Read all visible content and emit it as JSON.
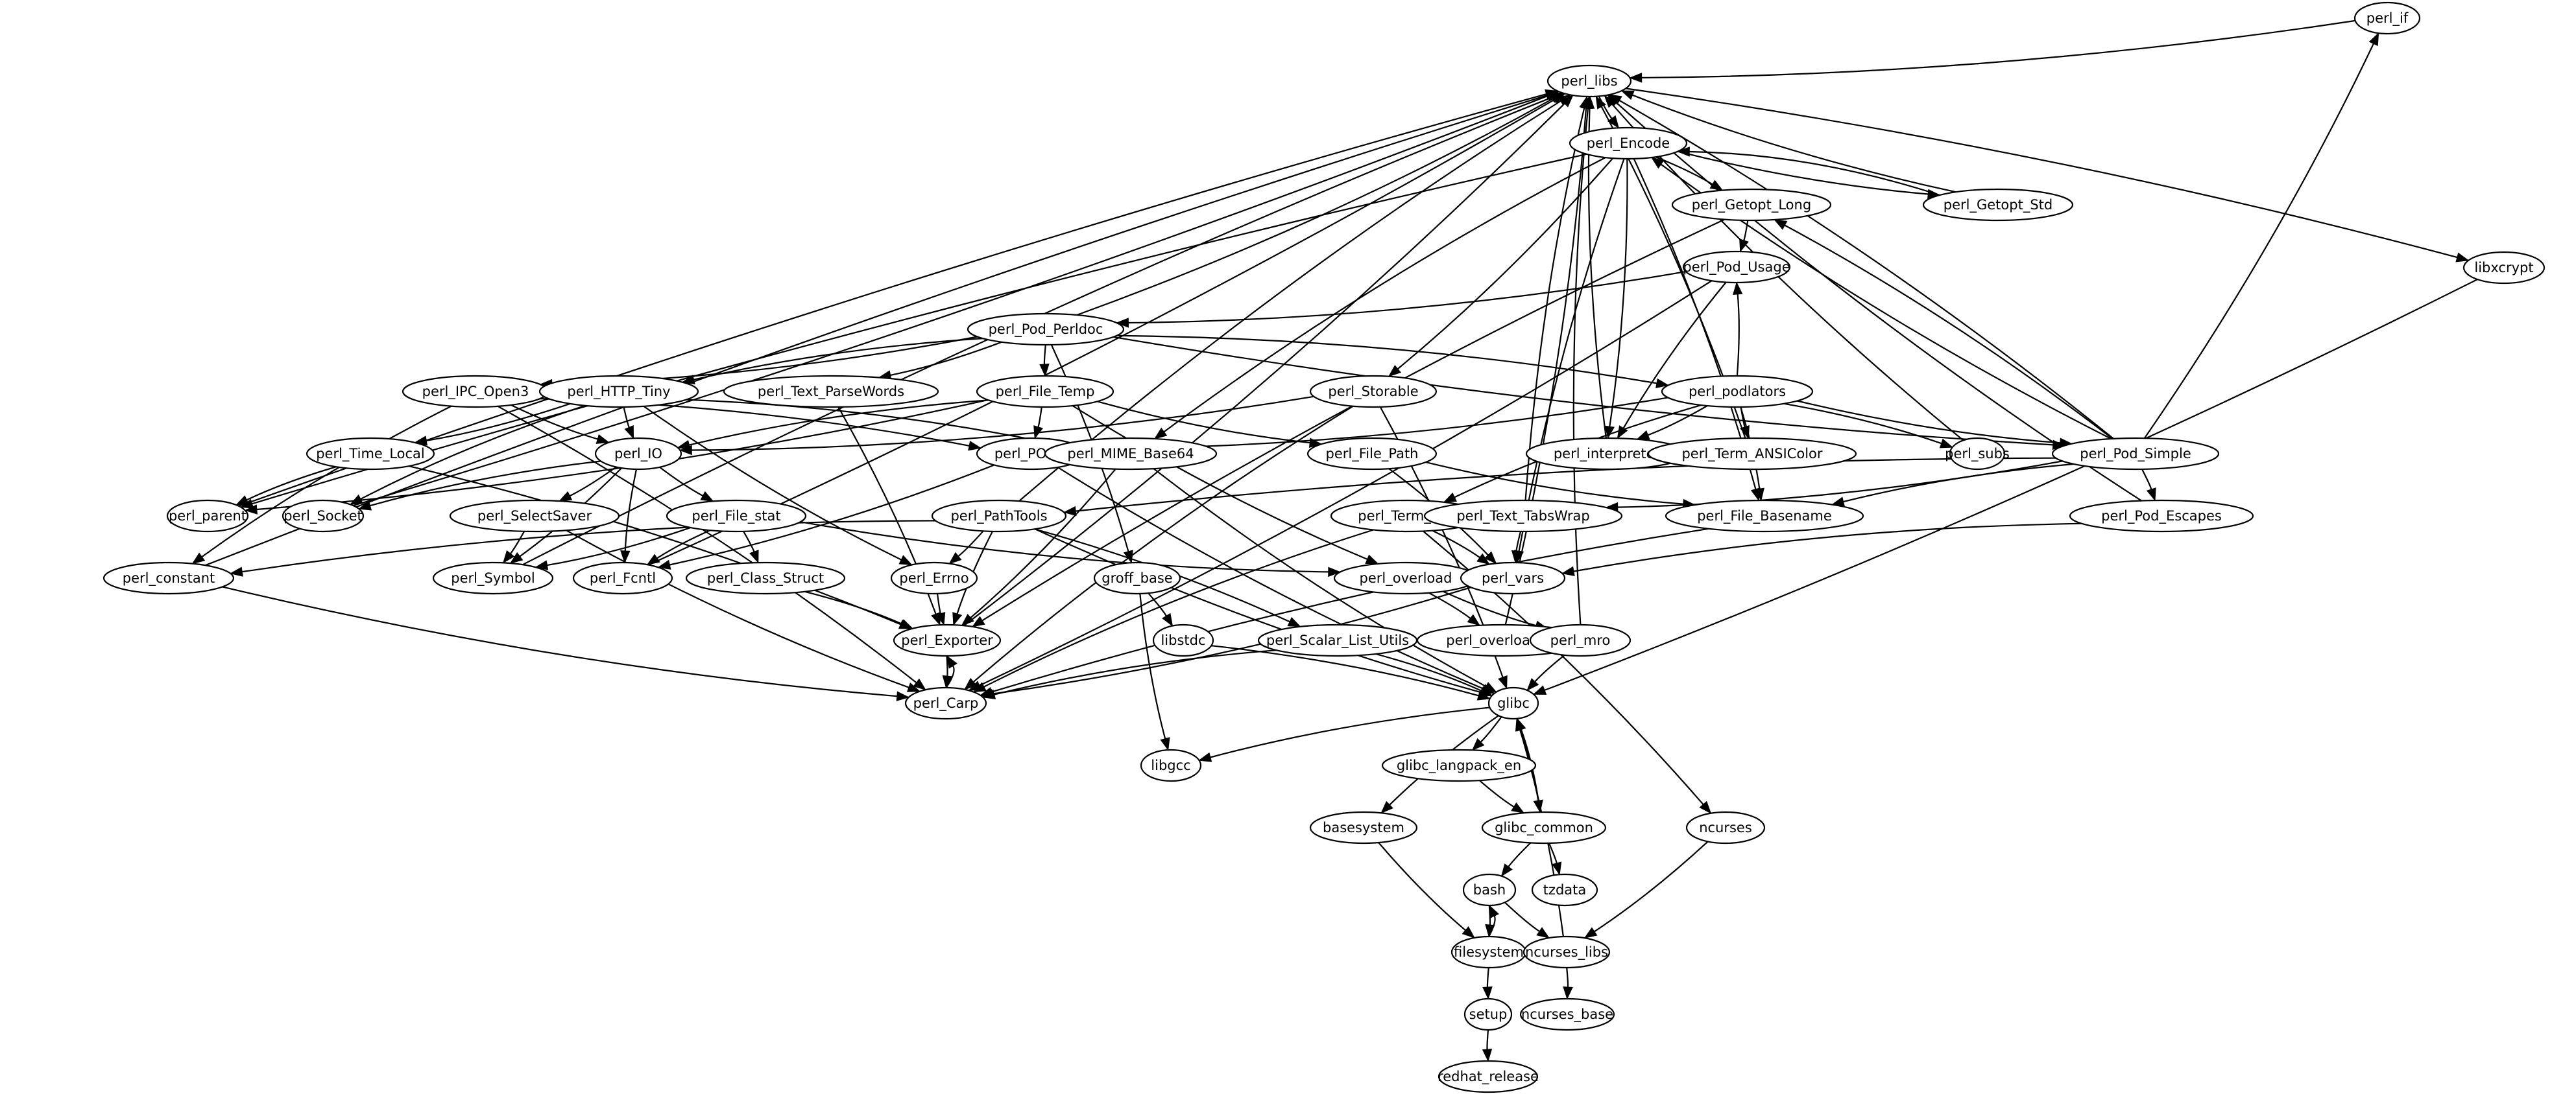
{
  "diagram": {
    "type": "directed-dependency-graph",
    "colors": {
      "stroke": "#000000",
      "fill": "#ffffff",
      "text": "#000000"
    },
    "nodes": [
      {
        "id": "perl_if",
        "label": "perl_if"
      },
      {
        "id": "perl_libs",
        "label": "perl_libs"
      },
      {
        "id": "perl_Encode",
        "label": "perl_Encode"
      },
      {
        "id": "perl_Getopt_Long",
        "label": "perl_Getopt_Long"
      },
      {
        "id": "perl_Getopt_Std",
        "label": "perl_Getopt_Std"
      },
      {
        "id": "libxcrypt",
        "label": "libxcrypt"
      },
      {
        "id": "perl_Pod_Usage",
        "label": "perl_Pod_Usage"
      },
      {
        "id": "perl_Pod_Perldoc",
        "label": "perl_Pod_Perldoc"
      },
      {
        "id": "perl_IPC_Open3",
        "label": "perl_IPC_Open3"
      },
      {
        "id": "perl_HTTP_Tiny",
        "label": "perl_HTTP_Tiny"
      },
      {
        "id": "perl_Text_ParseWords",
        "label": "perl_Text_ParseWords"
      },
      {
        "id": "perl_File_Temp",
        "label": "perl_File_Temp"
      },
      {
        "id": "perl_Storable",
        "label": "perl_Storable"
      },
      {
        "id": "perl_podlators",
        "label": "perl_podlators"
      },
      {
        "id": "perl_Time_Local",
        "label": "perl_Time_Local"
      },
      {
        "id": "perl_IO",
        "label": "perl_IO"
      },
      {
        "id": "perl_POSIX",
        "label": "perl_POSIX"
      },
      {
        "id": "perl_MIME_Base64",
        "label": "perl_MIME_Base64"
      },
      {
        "id": "perl_File_Path",
        "label": "perl_File_Path"
      },
      {
        "id": "perl_interpreter",
        "label": "perl_interpreter"
      },
      {
        "id": "perl_Term_ANSIColor",
        "label": "perl_Term_ANSIColor"
      },
      {
        "id": "perl_subs",
        "label": "perl_subs"
      },
      {
        "id": "perl_Pod_Simple",
        "label": "perl_Pod_Simple"
      },
      {
        "id": "perl_parent",
        "label": "perl_parent"
      },
      {
        "id": "perl_Socket",
        "label": "perl_Socket"
      },
      {
        "id": "perl_SelectSaver",
        "label": "perl_SelectSaver"
      },
      {
        "id": "perl_File_stat",
        "label": "perl_File_stat"
      },
      {
        "id": "perl_PathTools",
        "label": "perl_PathTools"
      },
      {
        "id": "perl_Term_Cap",
        "label": "perl_Term_Cap"
      },
      {
        "id": "perl_Text_TabsWrap",
        "label": "perl_Text_TabsWrap"
      },
      {
        "id": "perl_File_Basename",
        "label": "perl_File_Basename"
      },
      {
        "id": "perl_Pod_Escapes",
        "label": "perl_Pod_Escapes"
      },
      {
        "id": "perl_constant",
        "label": "perl_constant"
      },
      {
        "id": "perl_Symbol",
        "label": "perl_Symbol"
      },
      {
        "id": "perl_Fcntl",
        "label": "perl_Fcntl"
      },
      {
        "id": "perl_Class_Struct",
        "label": "perl_Class_Struct"
      },
      {
        "id": "perl_Errno",
        "label": "perl_Errno"
      },
      {
        "id": "groff_base",
        "label": "groff_base"
      },
      {
        "id": "perl_overload",
        "label": "perl_overload"
      },
      {
        "id": "perl_vars",
        "label": "perl_vars"
      },
      {
        "id": "perl_Exporter",
        "label": "perl_Exporter"
      },
      {
        "id": "libstdc",
        "label": "libstdc"
      },
      {
        "id": "perl_Scalar_List_Utils",
        "label": "perl_Scalar_List_Utils"
      },
      {
        "id": "perl_overloading",
        "label": "perl_overloading"
      },
      {
        "id": "perl_mro",
        "label": "perl_mro"
      },
      {
        "id": "perl_Carp",
        "label": "perl_Carp"
      },
      {
        "id": "glibc",
        "label": "glibc"
      },
      {
        "id": "libgcc",
        "label": "libgcc"
      },
      {
        "id": "glibc_langpack_en",
        "label": "glibc_langpack_en"
      },
      {
        "id": "basesystem",
        "label": "basesystem"
      },
      {
        "id": "glibc_common",
        "label": "glibc_common"
      },
      {
        "id": "ncurses",
        "label": "ncurses"
      },
      {
        "id": "bash",
        "label": "bash"
      },
      {
        "id": "tzdata",
        "label": "tzdata"
      },
      {
        "id": "filesystem",
        "label": "filesystem"
      },
      {
        "id": "ncurses_libs",
        "label": "ncurses_libs"
      },
      {
        "id": "setup",
        "label": "setup"
      },
      {
        "id": "ncurses_base",
        "label": "ncurses_base"
      },
      {
        "id": "redhat_release",
        "label": "redhat_release"
      }
    ],
    "edges": [
      [
        "perl_if",
        "perl_libs"
      ],
      [
        "perl_libs",
        "perl_Encode"
      ],
      [
        "perl_libs",
        "libxcrypt"
      ],
      [
        "perl_Pod_Simple",
        "perl_if"
      ],
      [
        "perl_Encode",
        "perl_Getopt_Long"
      ],
      [
        "perl_Encode",
        "perl_Getopt_Std"
      ],
      [
        "perl_Encode",
        "perl_Storable"
      ],
      [
        "perl_Encode",
        "perl_MIME_Base64"
      ],
      [
        "perl_Encode",
        "perl_interpreter"
      ],
      [
        "perl_Encode",
        "perl_parent"
      ],
      [
        "perl_Encode",
        "perl_File_Basename"
      ],
      [
        "perl_Encode",
        "perl_vars"
      ],
      [
        "perl_Getopt_Std",
        "perl_libs"
      ],
      [
        "perl_Getopt_Std",
        "perl_Encode"
      ],
      [
        "perl_Getopt_Long",
        "perl_Pod_Usage"
      ],
      [
        "perl_Getopt_Long",
        "perl_Exporter"
      ],
      [
        "perl_Pod_Usage",
        "perl_Pod_Perldoc"
      ],
      [
        "perl_Pod_Usage",
        "perl_interpreter"
      ],
      [
        "perl_Pod_Usage",
        "perl_Carp"
      ],
      [
        "perl_Pod_Perldoc",
        "perl_libs"
      ],
      [
        "perl_Pod_Perldoc",
        "perl_IPC_Open3"
      ],
      [
        "perl_Pod_Perldoc",
        "perl_HTTP_Tiny"
      ],
      [
        "perl_Pod_Perldoc",
        "perl_Text_ParseWords"
      ],
      [
        "perl_Pod_Perldoc",
        "perl_File_Temp"
      ],
      [
        "perl_Pod_Perldoc",
        "perl_podlators"
      ],
      [
        "perl_Pod_Perldoc",
        "perl_Pod_Simple"
      ],
      [
        "perl_Pod_Perldoc",
        "groff_base"
      ],
      [
        "perl_IPC_Open3",
        "perl_IO"
      ],
      [
        "perl_IPC_Open3",
        "perl_POSIX"
      ],
      [
        "perl_IPC_Open3",
        "perl_constant"
      ],
      [
        "perl_IPC_Open3",
        "perl_Carp"
      ],
      [
        "perl_HTTP_Tiny",
        "perl_IO"
      ],
      [
        "perl_HTTP_Tiny",
        "perl_Time_Local"
      ],
      [
        "perl_HTTP_Tiny",
        "perl_Socket"
      ],
      [
        "perl_HTTP_Tiny",
        "perl_MIME_Base64"
      ],
      [
        "perl_HTTP_Tiny",
        "perl_Errno"
      ],
      [
        "perl_Text_ParseWords",
        "perl_Exporter"
      ],
      [
        "perl_File_Temp",
        "perl_IO"
      ],
      [
        "perl_File_Temp",
        "perl_POSIX"
      ],
      [
        "perl_File_Temp",
        "perl_File_Path"
      ],
      [
        "perl_File_Temp",
        "perl_parent"
      ],
      [
        "perl_File_Temp",
        "perl_overload"
      ],
      [
        "perl_Storable",
        "perl_IO"
      ],
      [
        "perl_Storable",
        "perl_Carp"
      ],
      [
        "perl_Storable",
        "glibc"
      ],
      [
        "perl_podlators",
        "perl_Pod_Usage"
      ],
      [
        "perl_podlators",
        "perl_interpreter"
      ],
      [
        "perl_podlators",
        "perl_Term_ANSIColor"
      ],
      [
        "perl_podlators",
        "perl_subs"
      ],
      [
        "perl_podlators",
        "perl_Pod_Simple"
      ],
      [
        "perl_podlators",
        "perl_POSIX"
      ],
      [
        "perl_podlators",
        "perl_Term_Cap"
      ],
      [
        "perl_podlators",
        "perl_File_Basename"
      ],
      [
        "perl_Time_Local",
        "perl_parent"
      ],
      [
        "perl_Time_Local",
        "perl_Exporter"
      ],
      [
        "perl_IO",
        "perl_Socket"
      ],
      [
        "perl_IO",
        "perl_SelectSaver"
      ],
      [
        "perl_IO",
        "perl_File_stat"
      ],
      [
        "perl_IO",
        "perl_Symbol"
      ],
      [
        "perl_IO",
        "perl_Fcntl"
      ],
      [
        "perl_POSIX",
        "perl_Fcntl"
      ],
      [
        "perl_POSIX",
        "glibc"
      ],
      [
        "perl_MIME_Base64",
        "perl_Exporter"
      ],
      [
        "perl_MIME_Base64",
        "glibc"
      ],
      [
        "perl_File_Path",
        "perl_vars"
      ],
      [
        "perl_File_Path",
        "perl_File_Basename"
      ],
      [
        "perl_interpreter",
        "perl_libs"
      ],
      [
        "perl_Term_ANSIColor",
        "perl_libs"
      ],
      [
        "perl_subs",
        "perl_libs"
      ],
      [
        "perl_Pod_Simple",
        "perl_libs"
      ],
      [
        "perl_Pod_Simple",
        "perl_Encode"
      ],
      [
        "perl_Pod_Simple",
        "perl_Getopt_Long"
      ],
      [
        "perl_Pod_Simple",
        "perl_Pod_Escapes"
      ],
      [
        "perl_Pod_Simple",
        "perl_PathTools"
      ],
      [
        "perl_Pod_Simple",
        "perl_Text_TabsWrap"
      ],
      [
        "perl_Pod_Simple",
        "perl_File_Basename"
      ],
      [
        "perl_parent",
        "perl_libs"
      ],
      [
        "perl_Socket",
        "perl_libs"
      ],
      [
        "perl_SelectSaver",
        "perl_Symbol"
      ],
      [
        "perl_SelectSaver",
        "perl_Carp"
      ],
      [
        "perl_File_stat",
        "perl_Symbol"
      ],
      [
        "perl_File_stat",
        "perl_Fcntl"
      ],
      [
        "perl_File_stat",
        "perl_Class_Struct"
      ],
      [
        "perl_File_stat",
        "perl_overload"
      ],
      [
        "perl_PathTools",
        "perl_libs"
      ],
      [
        "perl_PathTools",
        "perl_constant"
      ],
      [
        "perl_PathTools",
        "perl_Errno"
      ],
      [
        "perl_PathTools",
        "perl_Exporter"
      ],
      [
        "perl_PathTools",
        "perl_Scalar_List_Utils"
      ],
      [
        "perl_PathTools",
        "glibc"
      ],
      [
        "perl_Term_Cap",
        "perl_vars"
      ],
      [
        "perl_Term_Cap",
        "perl_Carp"
      ],
      [
        "perl_Term_Cap",
        "ncurses"
      ],
      [
        "perl_Text_TabsWrap",
        "perl_vars"
      ],
      [
        "perl_Text_TabsWrap",
        "perl_libs"
      ],
      [
        "perl_File_Basename",
        "perl_Carp"
      ],
      [
        "perl_Pod_Escapes",
        "perl_libs"
      ],
      [
        "perl_Pod_Escapes",
        "perl_vars"
      ],
      [
        "perl_constant",
        "perl_libs"
      ],
      [
        "perl_constant",
        "perl_Carp"
      ],
      [
        "perl_Symbol",
        "perl_libs"
      ],
      [
        "perl_Fcntl",
        "perl_libs"
      ],
      [
        "perl_Class_Struct",
        "perl_Exporter"
      ],
      [
        "perl_Errno",
        "perl_Exporter"
      ],
      [
        "groff_base",
        "libstdc"
      ],
      [
        "groff_base",
        "libgcc"
      ],
      [
        "perl_overload",
        "perl_overloading"
      ],
      [
        "perl_overload",
        "perl_mro"
      ],
      [
        "perl_vars",
        "perl_Carp"
      ],
      [
        "perl_Exporter",
        "perl_libs"
      ],
      [
        "perl_Exporter",
        "perl_Carp"
      ],
      [
        "perl_Carp",
        "perl_Exporter"
      ],
      [
        "libstdc",
        "glibc"
      ],
      [
        "perl_Scalar_List_Utils",
        "perl_Carp"
      ],
      [
        "perl_Scalar_List_Utils",
        "glibc"
      ],
      [
        "perl_overloading",
        "perl_libs"
      ],
      [
        "perl_mro",
        "perl_libs"
      ],
      [
        "perl_mro",
        "glibc"
      ],
      [
        "libxcrypt",
        "glibc"
      ],
      [
        "glibc",
        "libgcc"
      ],
      [
        "glibc",
        "glibc_langpack_en"
      ],
      [
        "glibc",
        "basesystem"
      ],
      [
        "glibc",
        "glibc_common"
      ],
      [
        "glibc_langpack_en",
        "glibc_common"
      ],
      [
        "glibc_common",
        "glibc"
      ],
      [
        "glibc_common",
        "bash"
      ],
      [
        "glibc_common",
        "tzdata"
      ],
      [
        "basesystem",
        "filesystem"
      ],
      [
        "bash",
        "filesystem"
      ],
      [
        "bash",
        "ncurses_libs"
      ],
      [
        "filesystem",
        "bash"
      ],
      [
        "filesystem",
        "setup"
      ],
      [
        "ncurses",
        "ncurses_libs"
      ],
      [
        "ncurses_libs",
        "glibc"
      ],
      [
        "ncurses_libs",
        "ncurses_base"
      ],
      [
        "setup",
        "redhat_release"
      ]
    ]
  }
}
